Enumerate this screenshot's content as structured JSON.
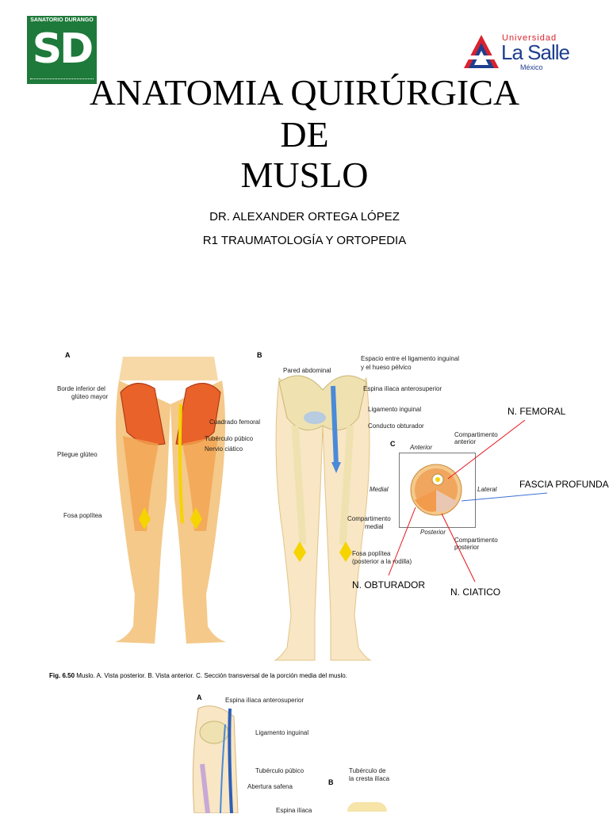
{
  "logos": {
    "sd_top": "SANATORIO DURANGO",
    "sd_mark": "SD",
    "lasalle_top": "Universidad",
    "lasalle_name": "La Salle",
    "lasalle_sub": "México"
  },
  "title": {
    "line1": "ANATOMIA QUIRÚRGICA",
    "line2": "DE",
    "line3": "MUSLO"
  },
  "author": {
    "name": "DR. ALEXANDER ORTEGA LÓPEZ",
    "role": "R1 TRAUMATOLOGÍA Y ORTOPEDIA"
  },
  "figure1": {
    "panel_a": "A",
    "panel_b": "B",
    "panel_c": "C",
    "labels_a": {
      "borde": "Borde inferior del",
      "borde2": "glúteo mayor",
      "pliegue": "Pliegue glúteo",
      "fosa": "Fosa poplítea",
      "cuadrado": "Cuadrado femoral",
      "tuberculo": "Tubérculo púbico",
      "nervio": "Nervio ciático"
    },
    "labels_b": {
      "pared": "Pared abdominal",
      "espacio1": "Espacio entre el ligamento inguinal",
      "espacio2": "y el hueso pélvico",
      "espina": "Espina ilíaca anterosuperior",
      "ligamento": "Ligamento inguinal",
      "conducto": "Conducto obturador",
      "fosa1": "Fosa poplítea",
      "fosa2": "(posterior a la rodilla)"
    },
    "labels_c": {
      "anterior": "Anterior",
      "comp_ant1": "Compartimento",
      "comp_ant2": "anterior",
      "medial": "Medial",
      "lateral": "Lateral",
      "comp_med1": "Compartimento",
      "comp_med2": "medial",
      "posterior": "Posterior",
      "comp_post1": "Compartimento",
      "comp_post2": "posterior"
    },
    "caption_bold": "Fig. 6.50",
    "caption_text": "Muslo. A. Vista posterior. B. Vista anterior. C. Sección transversal de la porción media del muslo."
  },
  "annotations": {
    "femoral": "N. FEMORAL",
    "fascia": "FASCIA PROFUNDA",
    "obturador": "N. OBTURADOR",
    "ciatico": "N. CIATICO"
  },
  "figure2": {
    "panel_a": "A",
    "panel_b": "B",
    "espina": "Espina ilíaca anterosuperior",
    "ligamento": "Ligamento inguinal",
    "tuberculo": "Tubérculo púbico",
    "abertura": "Abertura safena",
    "tub_cresta1": "Tubérculo de",
    "tub_cresta2": "la cresta ilíaca",
    "espina_b": "Espina ilíaca"
  },
  "colors": {
    "sd_green": "#1e7a3a",
    "lasalle_red": "#d9232e",
    "lasalle_blue": "#1f3f8f",
    "annotation_red": "#e8141c",
    "annotation_blue": "#3b6fd6",
    "muscle": "#e8622a",
    "skin": "#f4c98a",
    "bone": "#efe2b0"
  }
}
